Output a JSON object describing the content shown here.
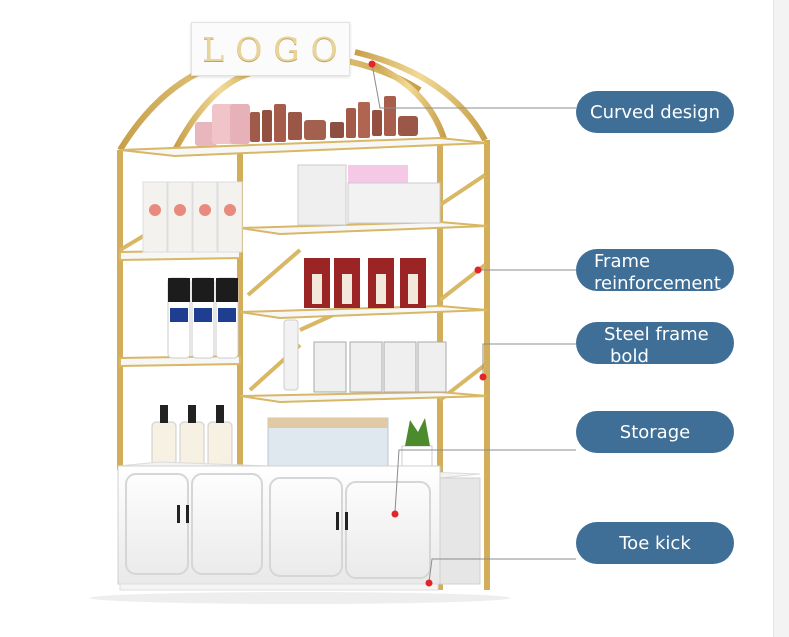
{
  "logo": {
    "text": "LOGO"
  },
  "callouts": {
    "curved": "Curved design",
    "frame_l1": "Frame",
    "frame_l2": "reinforcement",
    "steel_l1": "Steel frame",
    "steel_l2": "bold",
    "storage": "Storage",
    "toe": "Toe kick"
  },
  "colors": {
    "callout_bg": "#3f6f96",
    "frame_gold": "#d8b765",
    "marker_red": "#e2242b",
    "leader_gray": "#8c8c8c"
  }
}
